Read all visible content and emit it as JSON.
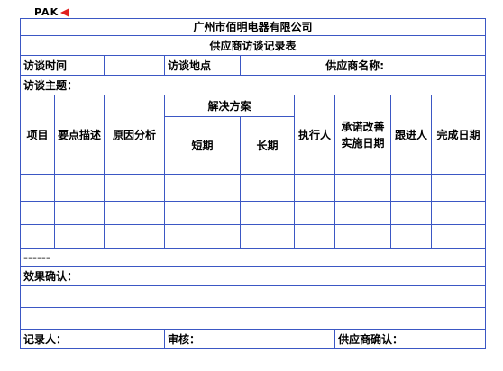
{
  "logo": {
    "text": "PAK",
    "mark_color": "#e02020"
  },
  "title": "广州市佰明电器有限公司",
  "subtitle": "供应商访谈记录表",
  "row_interview": {
    "time_label": "访谈时间",
    "place_label": "访谈地点",
    "supplier_label": "供应商名称:"
  },
  "theme_label": "访谈主题：",
  "headers": {
    "item": "项目",
    "point": "要点描述",
    "cause": "原因分析",
    "solution": "解决方案",
    "short_term": "短期",
    "long_term": "长期",
    "executor": "执行人",
    "commit_date": "承诺改善实施日期",
    "follower": "跟进人",
    "finish_date": "完成日期"
  },
  "ellipsis": "------",
  "effect_label": "效果确认：",
  "footer": {
    "recorder": "记录人：",
    "reviewer": "审核：",
    "supplier_confirm": "供应商确认："
  },
  "colors": {
    "border": "#3b57c4",
    "logo_red": "#e02020"
  }
}
